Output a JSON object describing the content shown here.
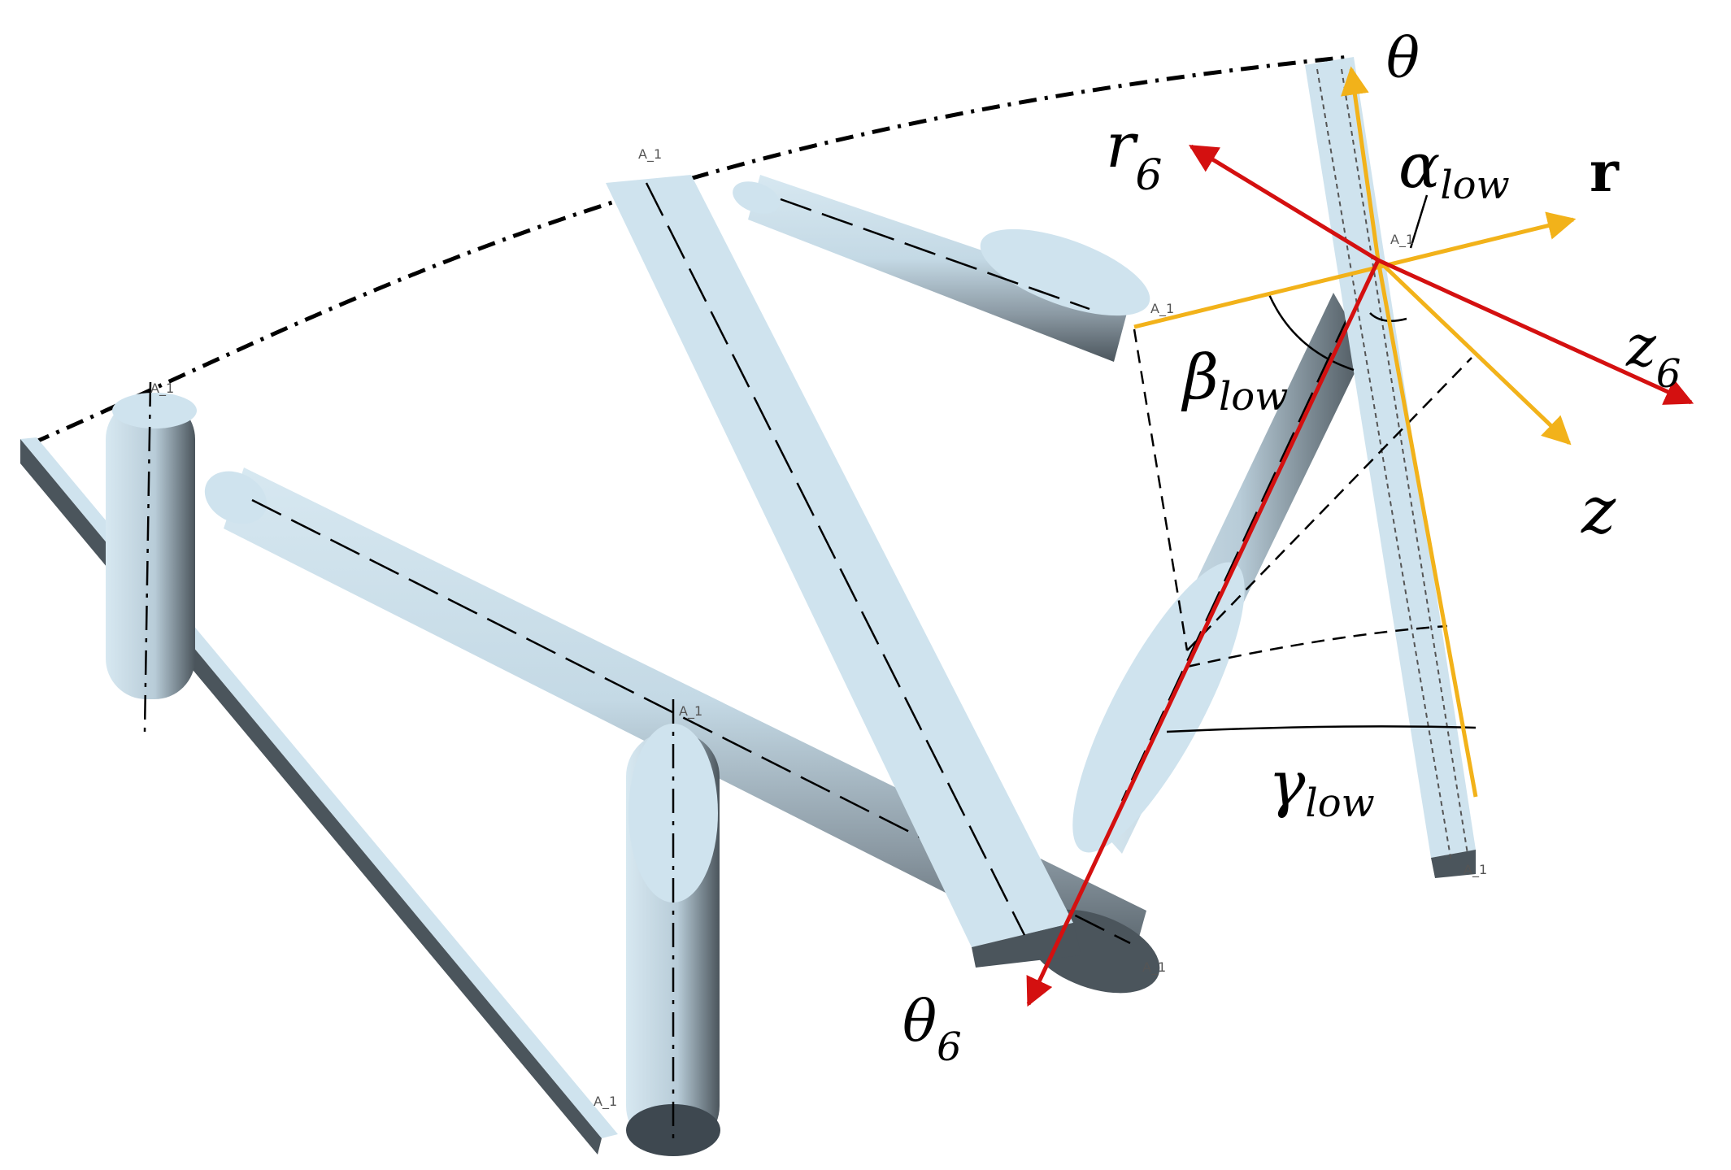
{
  "labels": {
    "theta": "θ",
    "r": "r",
    "z": "z",
    "r6": "r",
    "r6_sub": "6",
    "z6": "z",
    "z6_sub": "6",
    "theta6": "θ",
    "theta6_sub": "6",
    "alpha": "α",
    "alpha_sub": "low",
    "beta": "β",
    "beta_sub": "low",
    "gamma": "γ",
    "gamma_sub": "low"
  },
  "node_tags": [
    "A_1",
    "A_1",
    "A_1",
    "A_1",
    "A_1",
    "A_1",
    "A_1",
    "A_1"
  ],
  "colors": {
    "strut_face": "#cfe3ee",
    "strut_shadow": "#5d6870",
    "strut_dark": "#3e4850",
    "global_axis": "#f2b21a",
    "local_axis": "#d41010",
    "outline": "#000000"
  }
}
